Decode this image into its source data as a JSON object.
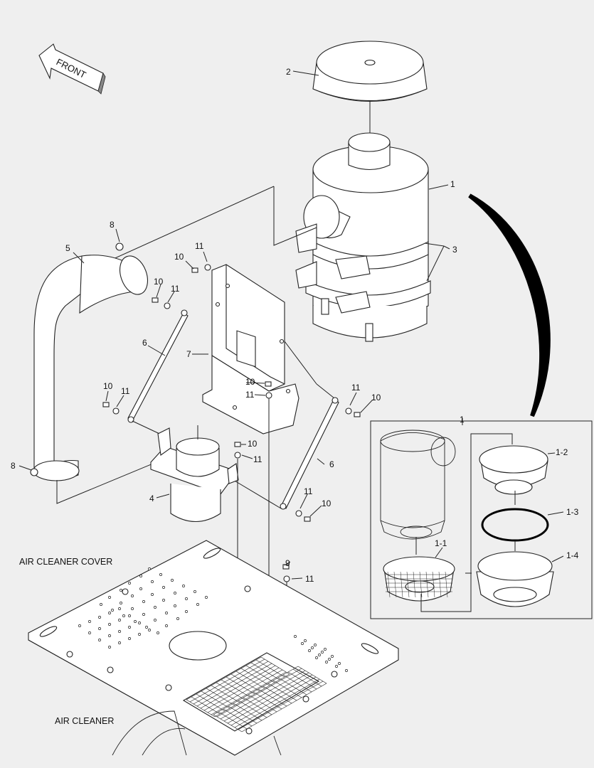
{
  "front_marker": "FRONT",
  "captions": {
    "cover": "AIR CLEANER COVER",
    "cleaner": "AIR CLEANER"
  },
  "callouts": {
    "c1": "1",
    "c2": "2",
    "c3": "3",
    "c4": "4",
    "c5": "5",
    "c6a": "6",
    "c6b": "6",
    "c7": "7",
    "c8a": "8",
    "c8b": "8",
    "c9": "9",
    "c10a": "10",
    "c10b": "10",
    "c10c": "10",
    "c10d": "10",
    "c10e": "10",
    "c10f": "10",
    "c10g": "10",
    "c11a": "11",
    "c11b": "11",
    "c11c": "11",
    "c11d": "11",
    "c11e": "11",
    "c11f": "11",
    "c11g": "11",
    "c11h": "11",
    "inset_1": "1",
    "c1_1": "1-1",
    "c1_2": "1-2",
    "c1_3": "1-3",
    "c1_4": "1-4"
  },
  "colors": {
    "background": "#efefef",
    "line": "#222222",
    "part_fill": "#ffffff",
    "arc": "#000000"
  }
}
